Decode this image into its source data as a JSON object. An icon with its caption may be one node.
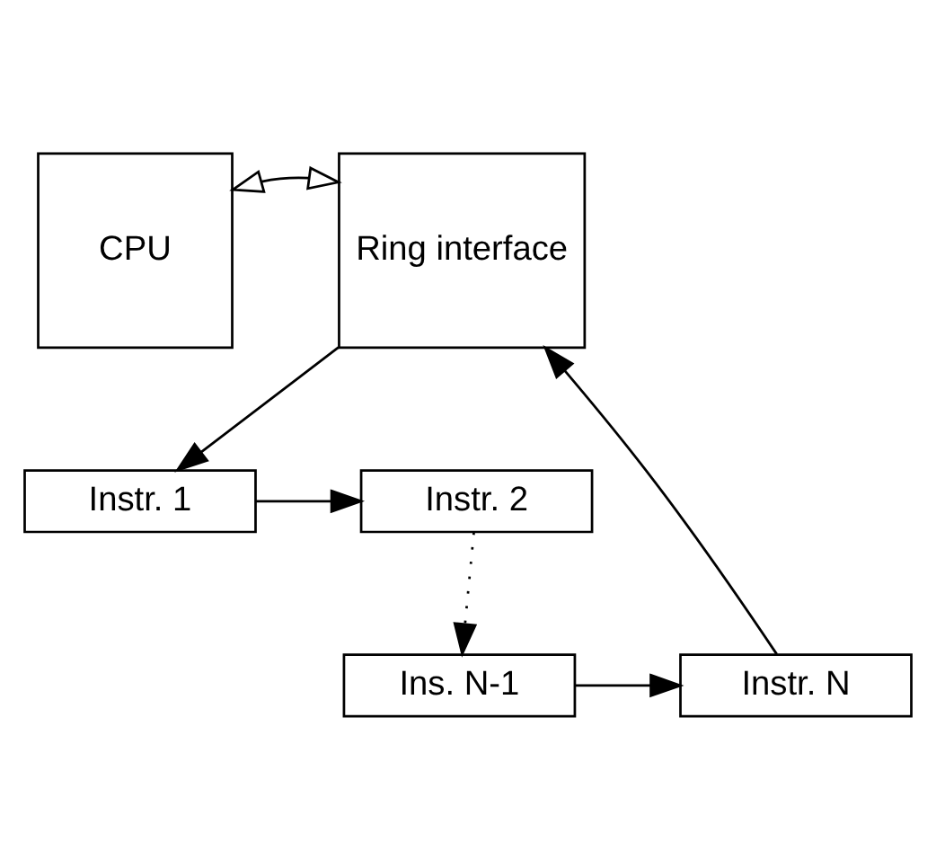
{
  "diagram": {
    "nodes": [
      {
        "text": [
          "Instr. N"
        ]
      },
      {
        "text": [
          "Ins. N-1"
        ]
      },
      {
        "text": [
          "CPU"
        ]
      },
      {
        "text": [
          "Ring interface"
        ]
      },
      {
        "text": [
          "Instr. 2"
        ]
      },
      {
        "text": [
          "Instr. 1"
        ]
      }
    ],
    "edges": [
      {
        "from": 2,
        "to": 3,
        "arrow": "both"
      },
      {
        "from": 0,
        "to": 3,
        "arrow": "to"
      },
      {
        "from": 3,
        "to": 5,
        "arrow": "to"
      },
      {
        "from": 5,
        "to": 4,
        "arrow": "to"
      },
      {
        "from": 4,
        "to": 1,
        "arrow": "to",
        "style": "dashed"
      },
      {
        "from": 1,
        "to": 0,
        "arrow": "to"
      }
    ]
  }
}
